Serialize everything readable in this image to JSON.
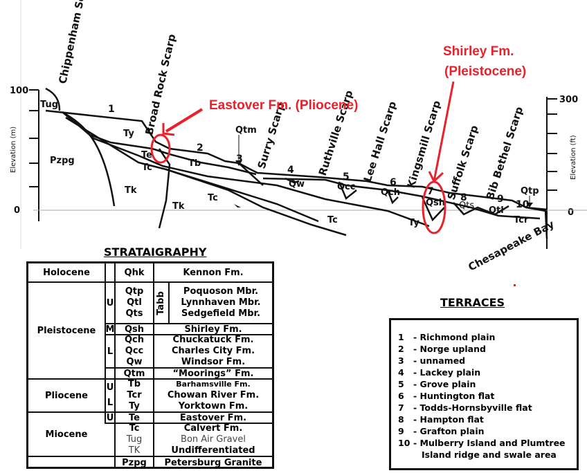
{
  "axes": {
    "left_label": "Elevation (m)",
    "left_top": "100",
    "left_zero": "0",
    "right_label": "Elevation (ft)",
    "right_top": "300",
    "right_zero": "0"
  },
  "scarps": [
    "Chippenham Scarp",
    "Broad Rock Scarp",
    "Surry Scarp",
    "Ruthville Scarp",
    "Lee Hall Scarp",
    "Kingsmill Scarp",
    "Suffolk Scarp",
    "Bib Bethel Scarp"
  ],
  "terrace_numbers": [
    "1",
    "2",
    "3",
    "4",
    "5",
    "6",
    "7",
    "8",
    "9",
    "10"
  ],
  "units": {
    "Tug": "Tug",
    "Pzpg": "Pzpg",
    "Ty": "Ty",
    "Te": "Te",
    "Tc": "Tc",
    "Tk": "Tk",
    "Tb": "Tb",
    "Qtm": "Qtm",
    "Qw": "Qw",
    "Qcc": "Qcc",
    "Qch": "Qch",
    "Qsh": "Qsh",
    "Qts": "Qts",
    "Qtl": "Qtl",
    "Qtp": "Qtp",
    "Tcr": "Tcr",
    "Tk2": "Tk",
    "Tc2": "Tc",
    "Tc3": "Tc",
    "Ty2": "Ty"
  },
  "place": "Chesapeake Bay",
  "annotations": {
    "eastover": "Eastover Fm. (Pliocene)",
    "shirley_1": "Shirley Fm.",
    "shirley_2": "(Pleistocene)",
    "accent_color": "#e8212b"
  },
  "stratigraphy": {
    "title": "STRATAIGRAPHY",
    "epochs": [
      "Holocene",
      "Pleistocene",
      "Pliocene",
      "Miocene"
    ],
    "sub": [
      "U",
      "M",
      "L",
      "U",
      "L",
      "U"
    ],
    "tabb": "Tabb",
    "codes": [
      "Qhk",
      "Qtp",
      "Qtl",
      "Qts",
      "Qsh",
      "Qch",
      "Qcc",
      "Qw",
      "Qtm",
      "Tb",
      "Tcr",
      "Ty",
      "Te",
      "Tc",
      "Tug",
      "TK",
      "Pzpg"
    ],
    "names": [
      "Kennon Fm.",
      "Poquoson Mbr.",
      "Lynnhaven Mbr.",
      "Sedgefield Mbr.",
      "Shirley Fm.",
      "Chuckatuck Fm.",
      "Charles City Fm.",
      "Windsor Fm.",
      "“Moorings” Fm.",
      "Barhamsville Fm.",
      "Chowan River Fm.",
      "Yorktown Fm.",
      "Eastover Fm.",
      "Calvert Fm.",
      "Bon Air Gravel",
      "Undifferentiated",
      "Petersburg Granite"
    ]
  },
  "terraces": {
    "title": "TERRACES",
    "items": [
      {
        "n": "1",
        "label": "Richmond plain"
      },
      {
        "n": "2",
        "label": "Norge upland"
      },
      {
        "n": "3",
        "label": "unnamed"
      },
      {
        "n": "4",
        "label": "Lackey plain"
      },
      {
        "n": "5",
        "label": "Grove plain"
      },
      {
        "n": "6",
        "label": "Huntington flat"
      },
      {
        "n": "7",
        "label": "Todds-Hornsbyville flat"
      },
      {
        "n": "8",
        "label": "Hampton flat"
      },
      {
        "n": "9",
        "label": "Grafton plain"
      },
      {
        "n": "10",
        "label": "Mulberry Island and Plumtree"
      }
    ],
    "item10_cont": "Island ridge and swale area"
  }
}
